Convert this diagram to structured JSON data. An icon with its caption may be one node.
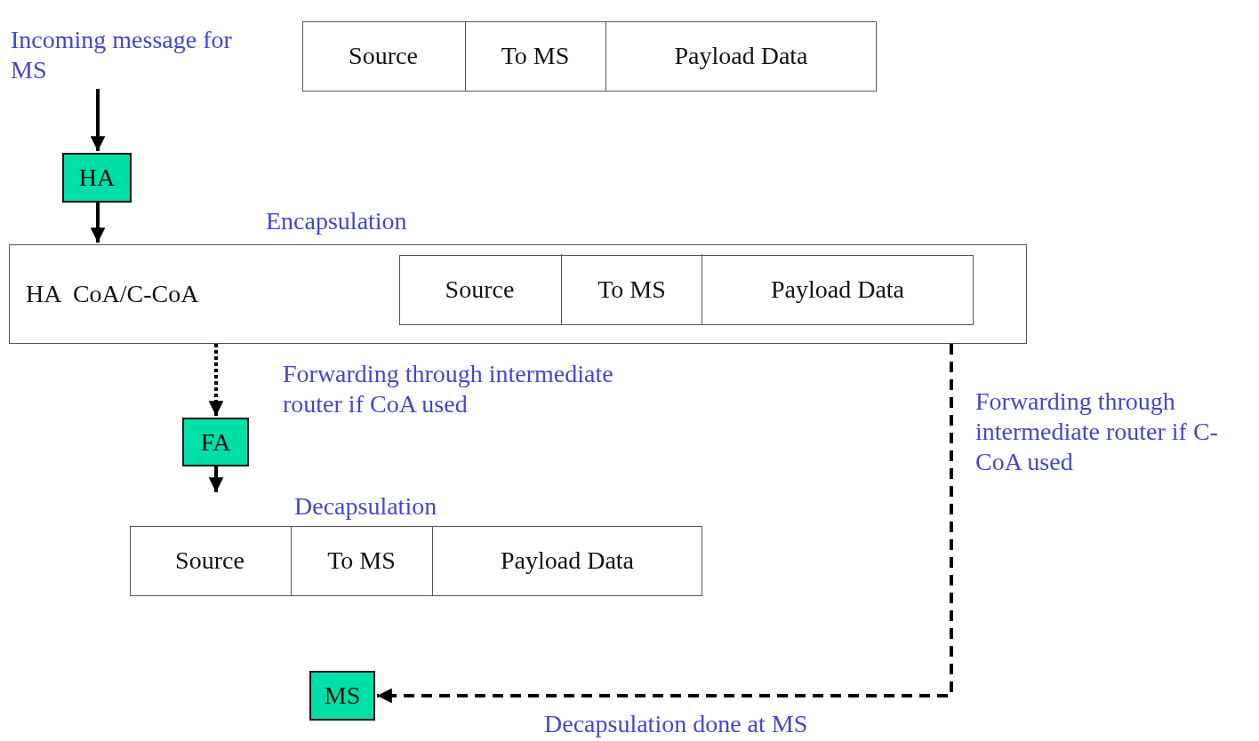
{
  "diagram": {
    "nodes": [
      {
        "text": [
          "Incoming message for MS"
        ]
      },
      {
        "text": [
          "HA"
        ]
      },
      {
        "text": [],
        "shape": "box"
      },
      {
        "text": [
          "Source"
        ],
        "in": 2
      },
      {
        "text": [
          "To MS"
        ],
        "in": 2
      },
      {
        "text": [
          "Payload Data"
        ],
        "in": 2
      },
      {
        "text": [
          "Encapsulation",
          "HA  CoA/C-CoA"
        ]
      },
      {
        "text": [],
        "shape": "box",
        "in": 6
      },
      {
        "text": [
          "Source"
        ],
        "in": 7
      },
      {
        "text": [
          "To MS"
        ],
        "in": 7
      },
      {
        "text": [
          "Payload Data"
        ],
        "in": 7
      },
      {
        "text": [
          "FA"
        ]
      },
      {
        "text": [
          "Decapsulation"
        ]
      },
      {
        "text": [
          "Source"
        ],
        "in": 12
      },
      {
        "text": [
          "To MS"
        ],
        "in": 12
      },
      {
        "text": [
          "Payload Data"
        ],
        "in": 12
      },
      {
        "text": [
          "MS"
        ]
      }
    ],
    "edges": [
      {
        "from": 0,
        "to": 1,
        "arrow": "to"
      },
      {
        "from": 1,
        "to": 6,
        "arrow": "to"
      },
      {
        "from": 6,
        "to": 11,
        "arrow": "to",
        "label": "Forwarding through intermediate router if CoA used",
        "style": "dashed"
      },
      {
        "from": 11,
        "to": 12,
        "arrow": "to"
      },
      {
        "from": 6,
        "to": 16,
        "arrow": "to",
        "label": "Forwarding through intermediate router if C-CoA used",
        "style": "dashed"
      }
    ],
    "labels": [
      "Decapsulation done at MS"
    ]
  }
}
